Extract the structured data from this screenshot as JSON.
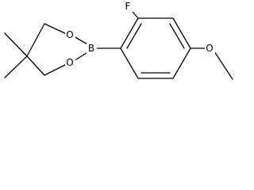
{
  "molecule": {
    "atom_labels": {
      "oxygen_upper": "O",
      "boron": "B",
      "oxygen_lower": "O",
      "fluorine": "F",
      "oxygen_methoxy": "O"
    },
    "colors": {
      "bond": "#000000",
      "background": "#ffffff"
    }
  }
}
